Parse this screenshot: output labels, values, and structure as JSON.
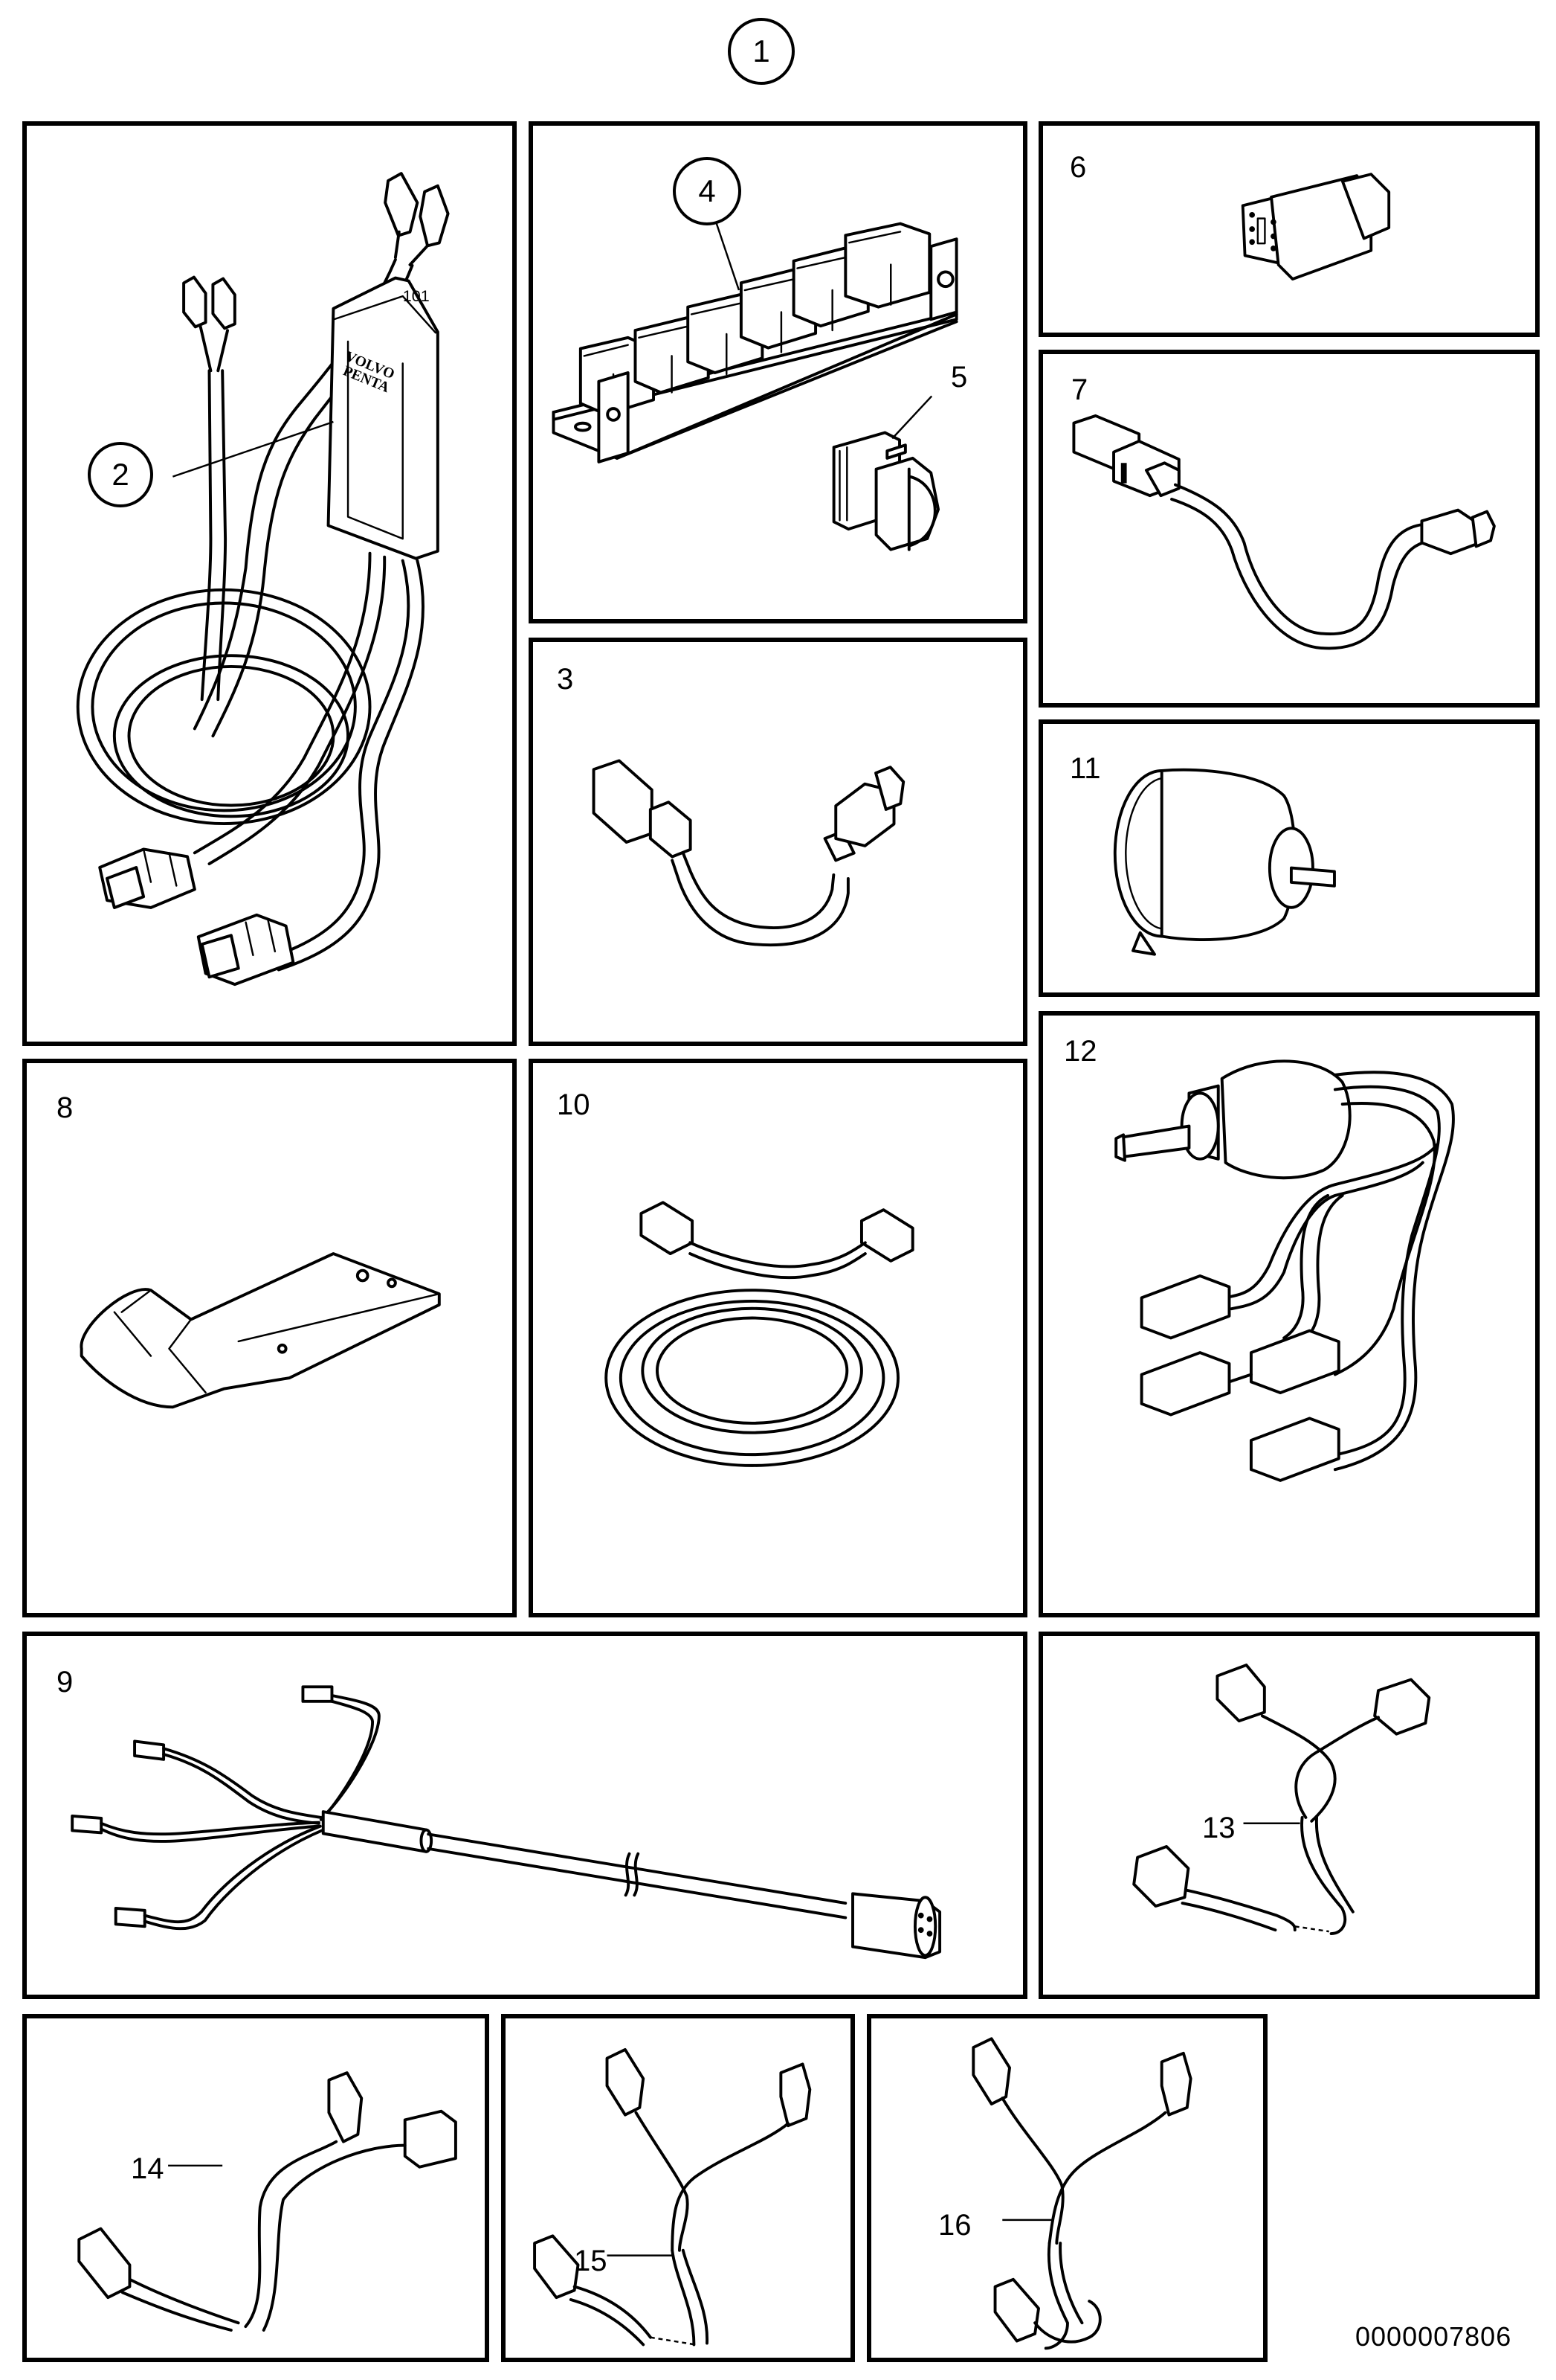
{
  "diagram": {
    "main_callout": "1",
    "document_number": "0000007806",
    "panels": {
      "p2": {
        "item": "2",
        "callout_style": "circle",
        "brand_text_line1": "VOLVO",
        "brand_text_line2": "PENTA"
      },
      "p4": {
        "item": "4",
        "callout_style": "circle",
        "secondary_item": "5"
      },
      "p6": {
        "item": "6"
      },
      "p7": {
        "item": "7"
      },
      "p3": {
        "item": "3"
      },
      "p11": {
        "item": "11"
      },
      "p12": {
        "item": "12"
      },
      "p8": {
        "item": "8"
      },
      "p10": {
        "item": "10"
      },
      "p9": {
        "item": "9"
      },
      "p13": {
        "item": "13",
        "callout_style": "leader"
      },
      "p14": {
        "item": "14",
        "callout_style": "leader"
      },
      "p15": {
        "item": "15",
        "callout_style": "leader"
      },
      "p16": {
        "item": "16",
        "callout_style": "leader"
      }
    },
    "icons": {
      "p2": "control-module-harness-icon",
      "p4": "connector-block-icon",
      "p5": "connector-cap-icon",
      "p6": "connector-plug-icon",
      "p7": "adapter-cable-icon",
      "p3": "jumper-cable-icon",
      "p11": "rotary-switch-icon",
      "p12": "switch-harness-icon",
      "p8": "mounting-bracket-icon",
      "p10": "extension-cable-icon",
      "p9": "wiring-harness-icon",
      "p13": "y-split-cable-icon",
      "p14": "y-split-cable-icon",
      "p15": "y-split-cable-icon",
      "p16": "y-split-cable-icon"
    }
  }
}
